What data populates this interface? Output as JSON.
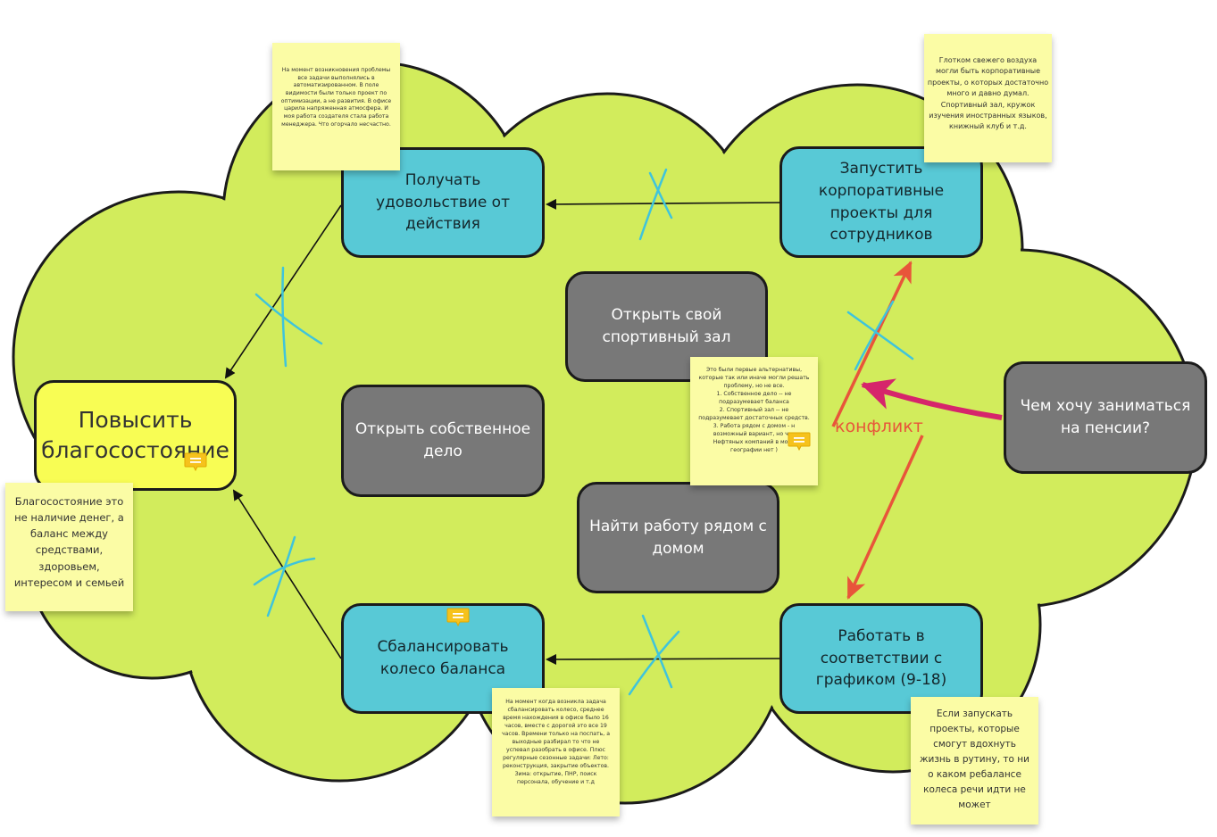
{
  "nodes": {
    "goal": "Повысить благосостояние",
    "pleasure": "Получать удовольствие от действия",
    "balance": "Сбалансировать колесо баланса",
    "corporate": "Запустить корпоративные проекты для сотрудников",
    "schedule": "Работать в соответствии с графиком (9-18)",
    "gym": "Открыть свой спортивный зал",
    "business": "Открыть собственное дело",
    "job": "Найти работу рядом с домом",
    "retire": "Чем хочу заниматься на пенсии?"
  },
  "labels": {
    "conflict": "конфликт"
  },
  "notes": {
    "top_left": "На момент возникновения проблемы\nвсе задачи выполнялись в\nавтоматизированном. В поле\nвидимости были только проект по\nоптимизации, а не развития. В офисе\nцарила напряженная атмосфера. И\nмоя работа создателя стала работа\nменеджера. Что огорчало несчастно.",
    "top_right": "Глотком свежего воздуха\nмогли быть корпоративные\nпроекты, о которых достаточно\nмного и давно думал.\nСпортивный зал, кружок\nизучения иностранных языков,\nкнижный клуб и т.д.",
    "definition": "Благосостояние это\nне наличие денег, а\nбаланс между\nсредствами,\nздоровьем,\nинтересом и семьей",
    "alternatives": "Это были первые альтернативы,\nкоторые так или иначе могли решать\nпроблему, но не все.\n1. Собственное дело -- не\nподразумевает баланса\n2. Спортивный зал -- не\nподразумевает достаточных средств.\n3. Работа рядом с домом - н\nвозможный вариант, но что\nНефтяных компаний в моей\nгеографии нет )",
    "bottom_center": "На момент когда возникла задача\nсбалансировать колесо, среднее\nвремя нахождения в офисе было 16\nчасов, вместе с дорогой это все 19\nчасов. Времени только на поспать, а\nвыходные разбирал то что не\nуспевал разобрать в офисе. Плюс\nрегулярные сезонные задачи: Лето:\nреконструкция, закрытие объектов.\nЗима: открытие, ПНР, поиск\nперсонала, обучение и т.д",
    "bottom_right": "Если запускать\nпроекты, которые\nсмогут вдохнуть\nжизнь в рутину, то ни\nо каком ребалансе\nколеса речи идти не\nможет"
  },
  "colors": {
    "cloud": "#d2ec5c",
    "teal_node": "#58c9d6",
    "gray_node": "#787878",
    "goal_node": "#f8fd54",
    "sticky": "#fbfca5",
    "cross_mark": "#3fc4dc",
    "conflict_arrow": "#e8553a",
    "pink_arrow": "#d6256b",
    "comment_icon": "#f6c21c"
  },
  "icons": [
    "comment-icon",
    "cross-mark",
    "arrow"
  ]
}
